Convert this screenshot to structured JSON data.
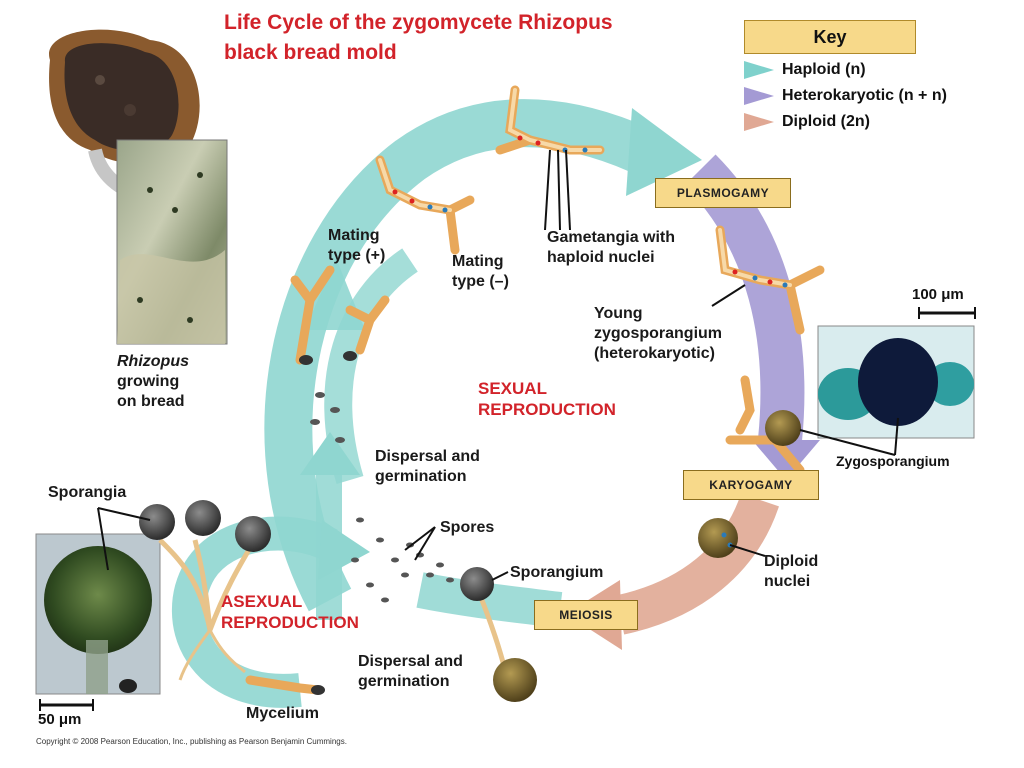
{
  "title_line1": "Life Cycle of the zygomycete Rhizopus",
  "title_line2": "black bread mold",
  "key": {
    "heading": "Key",
    "items": [
      {
        "label": "Haploid (n)",
        "color": "#7fd1cc"
      },
      {
        "label": "Heterokaryotic (n + n)",
        "color": "#a49ad4"
      },
      {
        "label": "Diploid (2n)",
        "color": "#e0a894"
      }
    ]
  },
  "stages": {
    "plasmogamy": "PLASMOGAMY",
    "karyogamy": "KARYOGAMY",
    "meiosis": "MEIOSIS"
  },
  "labels": {
    "rhizopus_1": "Rhizopus",
    "rhizopus_2": "growing",
    "rhizopus_3": "on bread",
    "mating_plus_1": "Mating",
    "mating_plus_2": "type (+)",
    "mating_minus_1": "Mating",
    "mating_minus_2": "type (–)",
    "gametangia_1": "Gametangia with",
    "gametangia_2": "haploid nuclei",
    "young_1": "Young",
    "young_2": "zygosporangium",
    "young_3": "(heterokaryotic)",
    "sexual_1": "SEXUAL",
    "sexual_2": "REPRODUCTION",
    "dispersal_top_1": "Dispersal and",
    "dispersal_top_2": "germination",
    "spores": "Spores",
    "sporangium": "Sporangium",
    "sporangia": "Sporangia",
    "asexual_1": "ASEXUAL",
    "asexual_2": "REPRODUCTION",
    "dispersal_bottom_1": "Dispersal and",
    "dispersal_bottom_2": "germination",
    "mycelium": "Mycelium",
    "diploid_1": "Diploid",
    "diploid_2": "nuclei",
    "zygosporangium": "Zygosporangium",
    "scale_top": "100 μm",
    "scale_bottom": "50 μm"
  },
  "copyright": "Copyright © 2008 Pearson Education, Inc., publishing as Pearson Benjamin Cummings."
}
